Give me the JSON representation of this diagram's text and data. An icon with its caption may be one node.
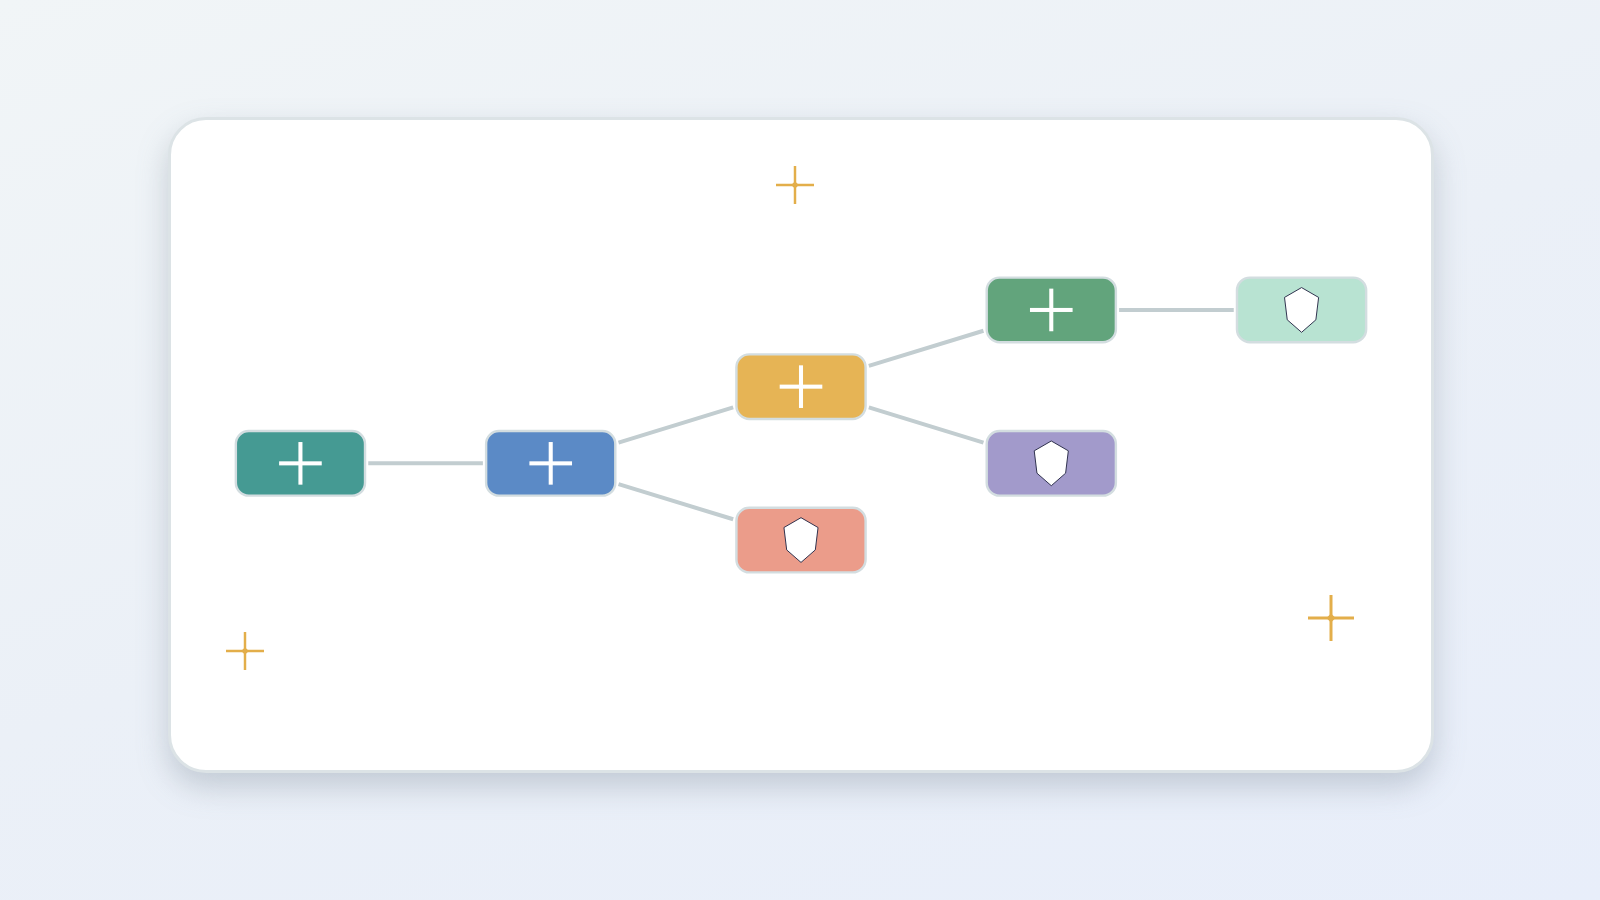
{
  "diagram": {
    "nodes": [
      {
        "text": [],
        "shape": "box"
      },
      {
        "text": [],
        "shape": "box"
      },
      {
        "text": [],
        "shape": "box"
      },
      {
        "text": [],
        "shape": "box"
      },
      {
        "text": [],
        "shape": "box"
      },
      {
        "text": [],
        "shape": "box"
      },
      {
        "text": [],
        "shape": "box"
      }
    ],
    "edges": [
      {
        "from": 0,
        "to": 1,
        "arrow": "none"
      },
      {
        "from": 1,
        "to": 2,
        "arrow": "none"
      },
      {
        "from": 2,
        "to": 3,
        "arrow": "none"
      },
      {
        "from": 1,
        "to": 4,
        "arrow": "none"
      },
      {
        "from": 2,
        "to": 5,
        "arrow": "none"
      },
      {
        "from": 3,
        "to": 6,
        "arrow": "none"
      }
    ]
  }
}
